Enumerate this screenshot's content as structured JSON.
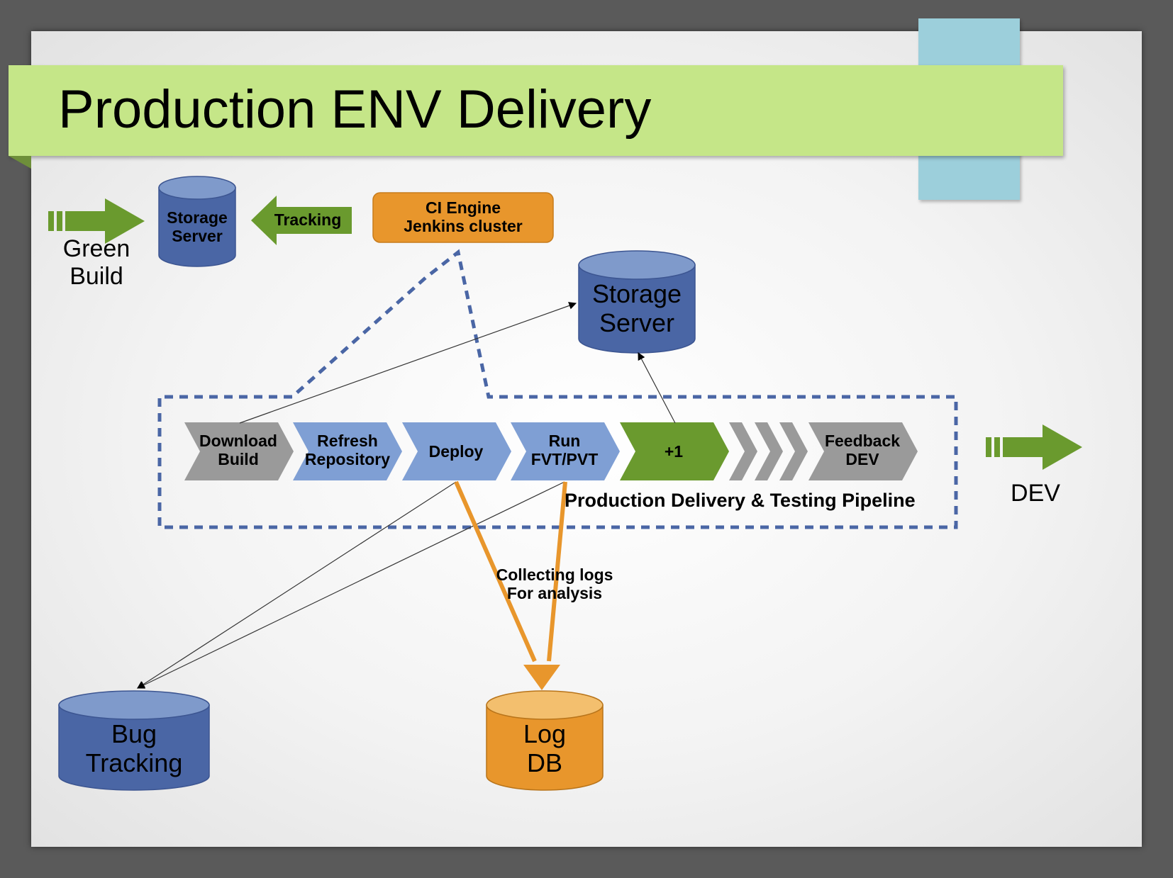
{
  "title": "Production ENV Delivery",
  "colors": {
    "banner": "#c5e688",
    "deco_tab": "#9ccfdb",
    "storage_blue": "#4a66a5",
    "storage_top": "#7f9acb",
    "chevron_gray": "#9a9a9a",
    "chevron_blue": "#7f9fd4",
    "chevron_green": "#6a9a2e",
    "orange": "#e8962c",
    "orange_top": "#f3bf6e",
    "arrow_green": "#6a9a2e",
    "dashed": "#4a66a5"
  },
  "inputs": {
    "green_build_arrow_label": [
      "Green",
      "Build"
    ],
    "storage_small": [
      "Storage",
      "Server"
    ],
    "tracking_arrow": "Tracking",
    "ci_engine": [
      "CI Engine",
      "Jenkins cluster"
    ]
  },
  "storage_server": [
    "Storage",
    "Server"
  ],
  "pipeline": {
    "label": "Production Delivery & Testing Pipeline",
    "steps": [
      {
        "lines": [
          "Download",
          "Build"
        ],
        "color": "gray"
      },
      {
        "lines": [
          "Refresh",
          "Repository"
        ],
        "color": "blue"
      },
      {
        "lines": [
          "Deploy"
        ],
        "color": "blue"
      },
      {
        "lines": [
          "Run",
          "FVT/PVT"
        ],
        "color": "blue"
      },
      {
        "lines": [
          "+1"
        ],
        "color": "green"
      },
      {
        "lines": [],
        "color": "gray"
      },
      {
        "lines": [],
        "color": "gray"
      },
      {
        "lines": [],
        "color": "gray"
      },
      {
        "lines": [
          "Feedback",
          "DEV"
        ],
        "color": "gray"
      }
    ]
  },
  "output_arrow_label": "DEV",
  "log_collection_label": [
    "Collecting logs",
    "For analysis"
  ],
  "bug_tracking": [
    "Bug",
    "Tracking"
  ],
  "log_db": [
    "Log",
    "DB"
  ]
}
